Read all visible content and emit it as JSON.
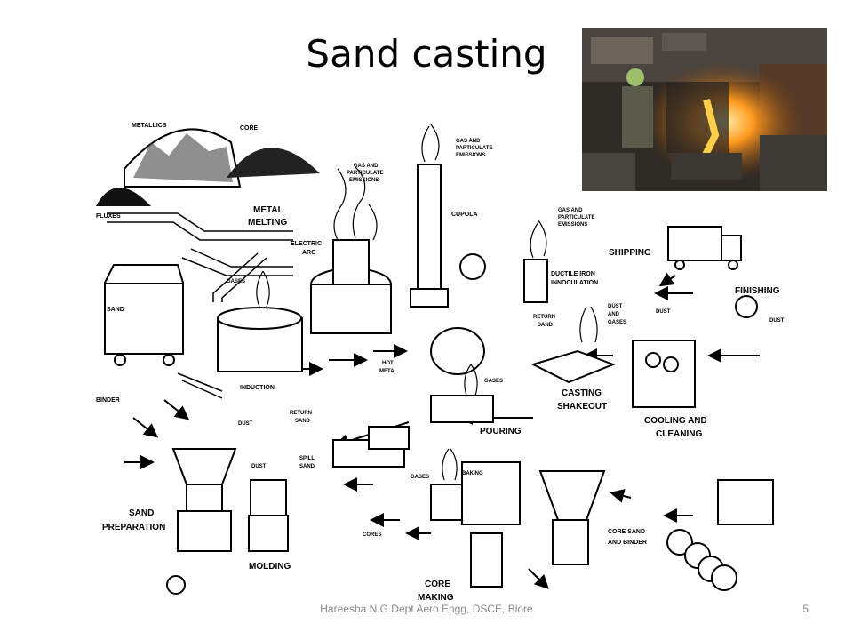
{
  "slide": {
    "title": "Sand casting",
    "footer": "Hareesha N G Dept  Aero Engg, DSCE, Blore",
    "page_number": "5"
  },
  "photo": {
    "description_icon": "foundry-pouring-photo"
  },
  "diagram": {
    "labels": {
      "metallics": "METALLICS",
      "core": "CORE",
      "fluxes": "FLUXES",
      "metal_melting_1": "METAL",
      "metal_melting_2": "MELTING",
      "gas_emissions_a_1": "GAS AND",
      "gas_emissions_a_2": "PARTICULATE",
      "gas_emissions_a_3": "EMISSIONS",
      "gas_emissions_b_1": "GAS AND",
      "gas_emissions_b_2": "PARTICULATE",
      "gas_emissions_b_3": "EMISSIONS",
      "gas_emissions_c_1": "GAS AND",
      "gas_emissions_c_2": "PARTICULATE",
      "gas_emissions_c_3": "EMISSIONS",
      "cupola": "CUPOLA",
      "electric_arc_1": "ELECTRIC",
      "electric_arc_2": "ARC",
      "shipping": "SHIPPING",
      "ductile_1": "DUCTILE IRON",
      "ductile_2": "INNOCULATION",
      "finishing": "FINISHING",
      "dust_finishing": "DUST",
      "sand": "SAND",
      "gases_induction": "GASES",
      "induction": "INDUCTION",
      "return_sand_top_1": "RETURN",
      "return_sand_top_2": "SAND",
      "dust_and_gases_1": "DUST",
      "dust_and_gases_2": "AND",
      "dust_and_gases_3": "GASES",
      "dust_cooling": "DUST",
      "hot_metal_1": "HOT",
      "hot_metal_2": "METAL",
      "gases_pouring": "GASES",
      "casting_1": "CASTING",
      "casting_2": "SHAKEOUT",
      "cooling_1": "COOLING AND",
      "cooling_2": "CLEANING",
      "binder": "BINDER",
      "dust_prep": "DUST",
      "return_sand_mid_1": "RETURN",
      "return_sand_mid_2": "SAND",
      "pouring": "POURING",
      "dust_molding": "DUST",
      "spill_sand_1": "SPILL",
      "spill_sand_2": "SAND",
      "baking": "BAKING",
      "gases_baking": "GASES",
      "sand_prep_1": "SAND",
      "sand_prep_2": "PREPARATION",
      "cores": "CORES",
      "core_sand_1": "CORE SAND",
      "core_sand_2": "AND BINDER",
      "molding": "MOLDING",
      "core_making_1": "CORE",
      "core_making_2": "MAKING"
    }
  }
}
